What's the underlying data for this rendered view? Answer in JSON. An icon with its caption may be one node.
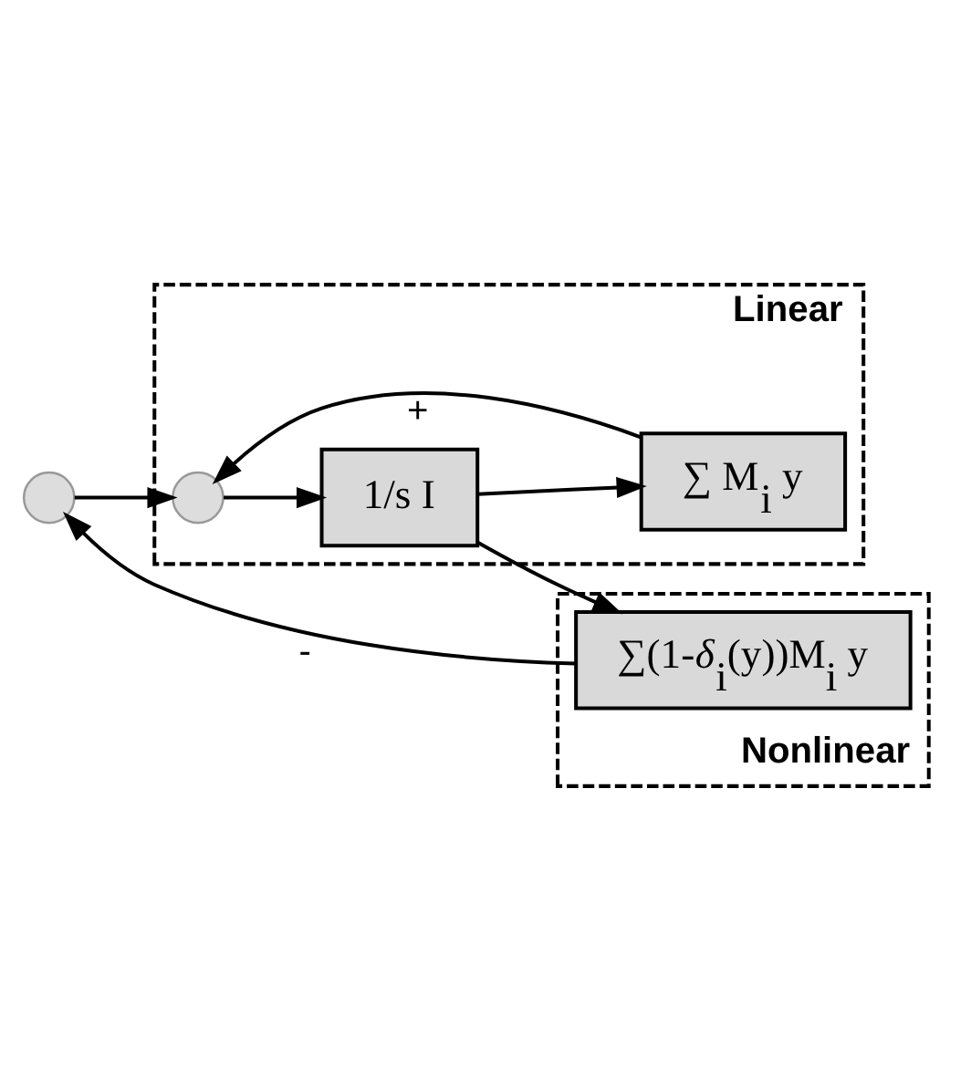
{
  "diagram": {
    "nodes": [
      {
        "text": [
          "Linear"
        ]
      },
      {
        "text": [],
        "shape": "circle"
      },
      {
        "text": [],
        "shape": "circle",
        "in": 0
      },
      {
        "text": [
          "1/s I"
        ],
        "in": 0
      },
      {
        "text": [
          "∑ M$_{i}$ y"
        ],
        "in": 0
      },
      {
        "text": [
          "Nonlinear"
        ]
      },
      {
        "text": [
          "∑(1-*δ*$_{i}$(y))M$_{i}$ y"
        ],
        "in": 5
      }
    ],
    "edges": [
      {
        "from": 1,
        "to": 2,
        "arrow": "to"
      },
      {
        "from": 2,
        "to": 3,
        "arrow": "to"
      },
      {
        "from": 3,
        "to": 4,
        "arrow": "to"
      },
      {
        "from": 4,
        "to": 2,
        "arrow": "to",
        "label": "+"
      },
      {
        "from": 3,
        "to": 6,
        "arrow": "to"
      },
      {
        "from": 6,
        "to": 1,
        "arrow": "to",
        "label": "-"
      }
    ]
  }
}
